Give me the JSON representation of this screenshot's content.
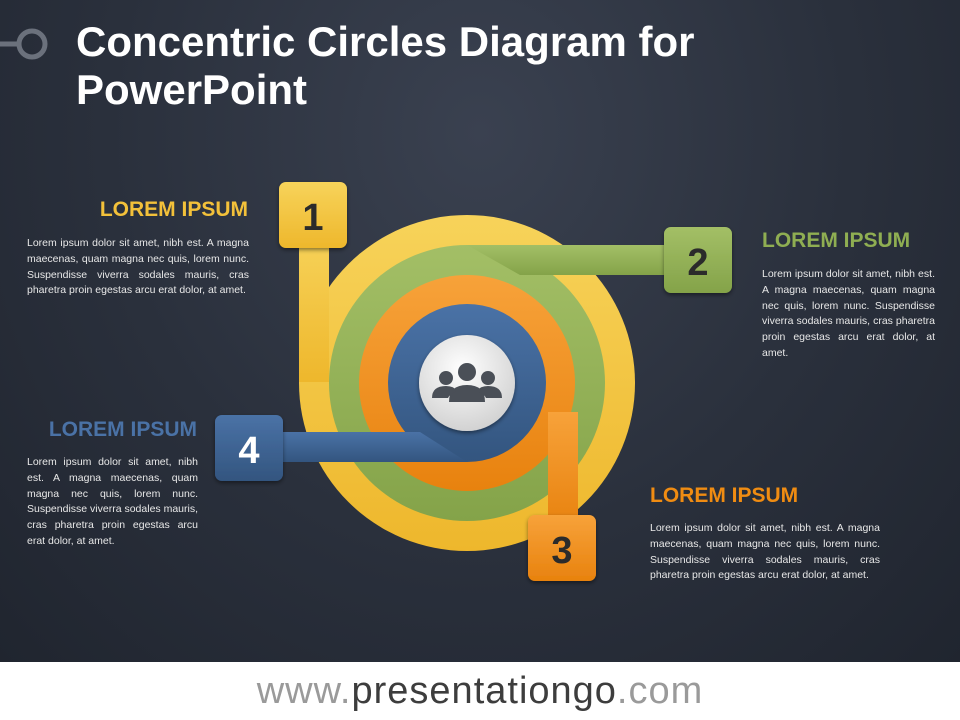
{
  "title": {
    "line1": "Concentric Circles Diagram for",
    "line2": "PowerPoint"
  },
  "colors": {
    "yellow": "#f3c13a",
    "green": "#8fae52",
    "orange": "#f08c12",
    "blue": "#3a5f8f",
    "bg": "#2b303b"
  },
  "center_icon": "people-group-icon",
  "items": [
    {
      "number": "1",
      "heading": "LOREM IPSUM",
      "text": "Lorem ipsum dolor sit amet, nibh est. A magna maecenas, quam magna nec quis, lorem nunc. Suspendisse viverra sodales mauris, cras pharetra proin egestas arcu erat dolor, at amet.",
      "color": "#f3c13a"
    },
    {
      "number": "2",
      "heading": "LOREM IPSUM",
      "text": "Lorem ipsum dolor sit amet, nibh est. A magna maecenas, quam magna nec quis, lorem nunc. Suspendisse viverra sodales mauris, cras pharetra proin egestas arcu erat dolor, at amet.",
      "color": "#8fae52"
    },
    {
      "number": "3",
      "heading": "LOREM IPSUM",
      "text": "Lorem ipsum dolor sit amet, nibh est. A magna maecenas, quam magna nec quis, lorem nunc. Suspendisse viverra sodales mauris, cras pharetra proin egestas arcu erat dolor, at amet.",
      "color": "#f08c12"
    },
    {
      "number": "4",
      "heading": "LOREM IPSUM",
      "text": "Lorem ipsum dolor sit amet, nibh est. A magna maecenas, quam magna nec quis, lorem nunc. Suspendisse viverra sodales mauris, cras pharetra proin egestas arcu erat dolor, at amet.",
      "color": "#3a5f8f"
    }
  ],
  "footer": {
    "prefix": "www.",
    "name": "presentationgo",
    "suffix": ".com"
  }
}
